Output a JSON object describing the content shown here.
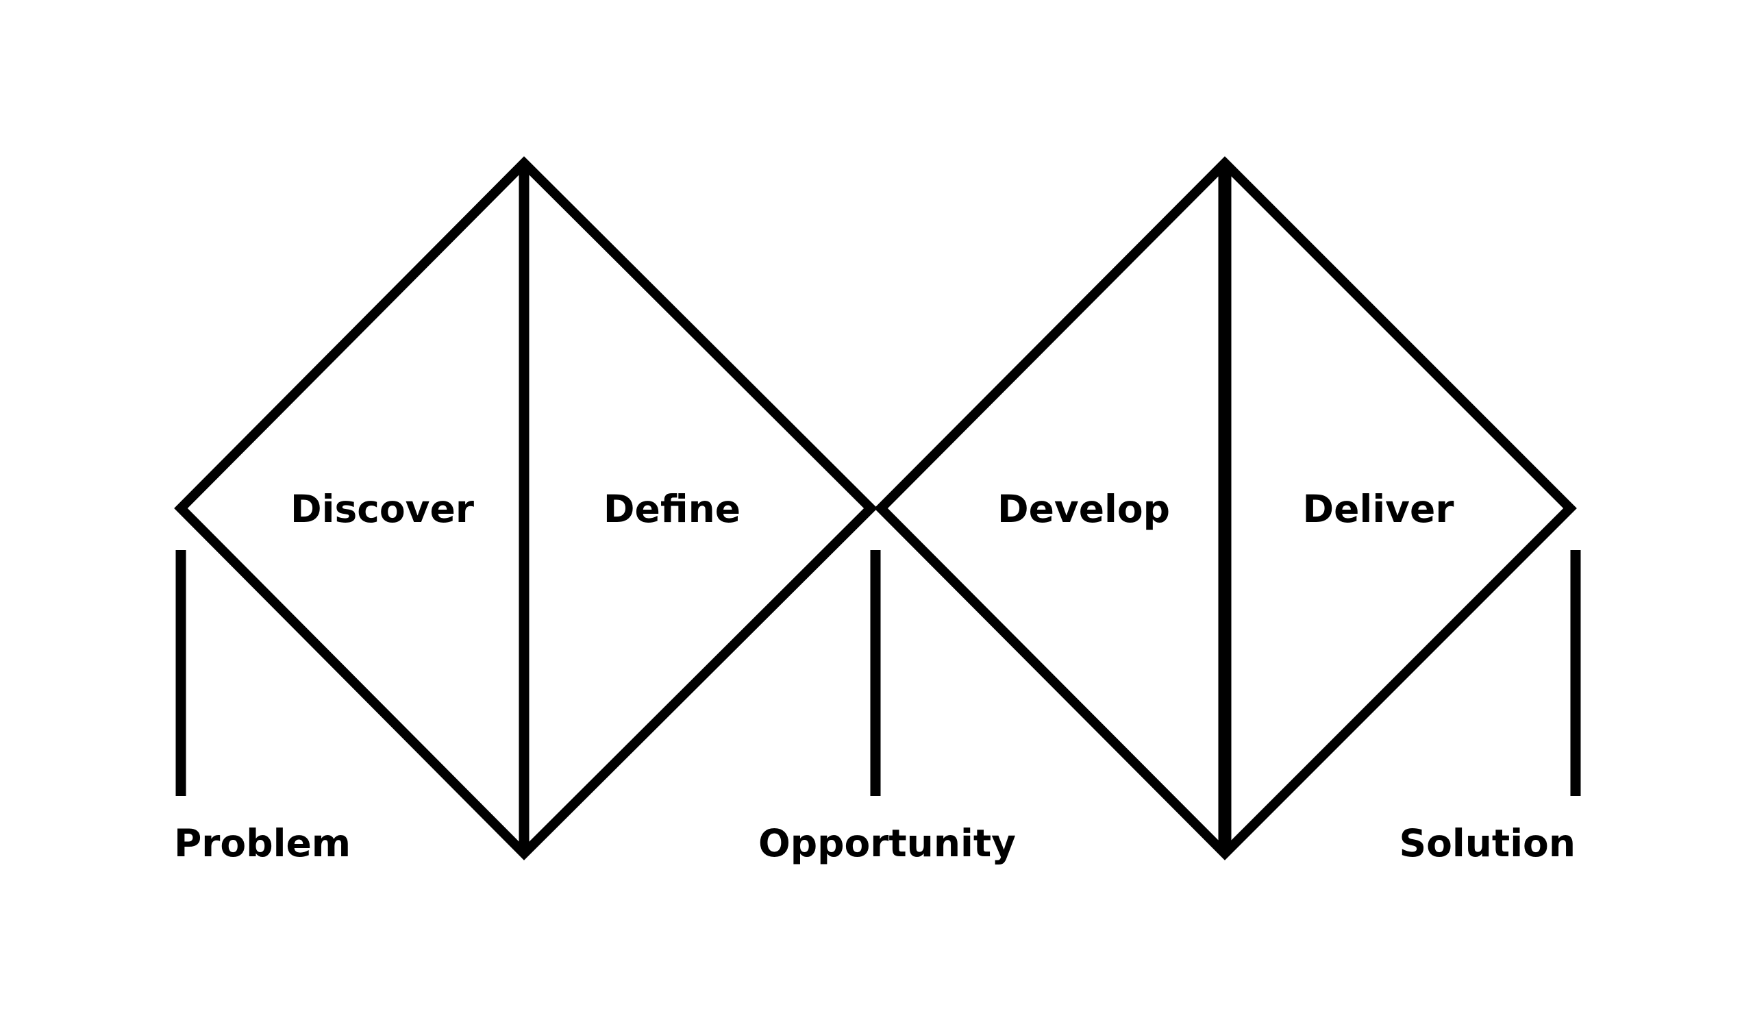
{
  "diagram": {
    "phases": [
      {
        "label": "Discover"
      },
      {
        "label": "Define"
      },
      {
        "label": "Develop"
      },
      {
        "label": "Deliver"
      }
    ],
    "milestones": [
      {
        "label": "Problem"
      },
      {
        "label": "Opportunity"
      },
      {
        "label": "Solution"
      }
    ]
  },
  "colors": {
    "stroke": "#000000",
    "background": "#ffffff"
  }
}
